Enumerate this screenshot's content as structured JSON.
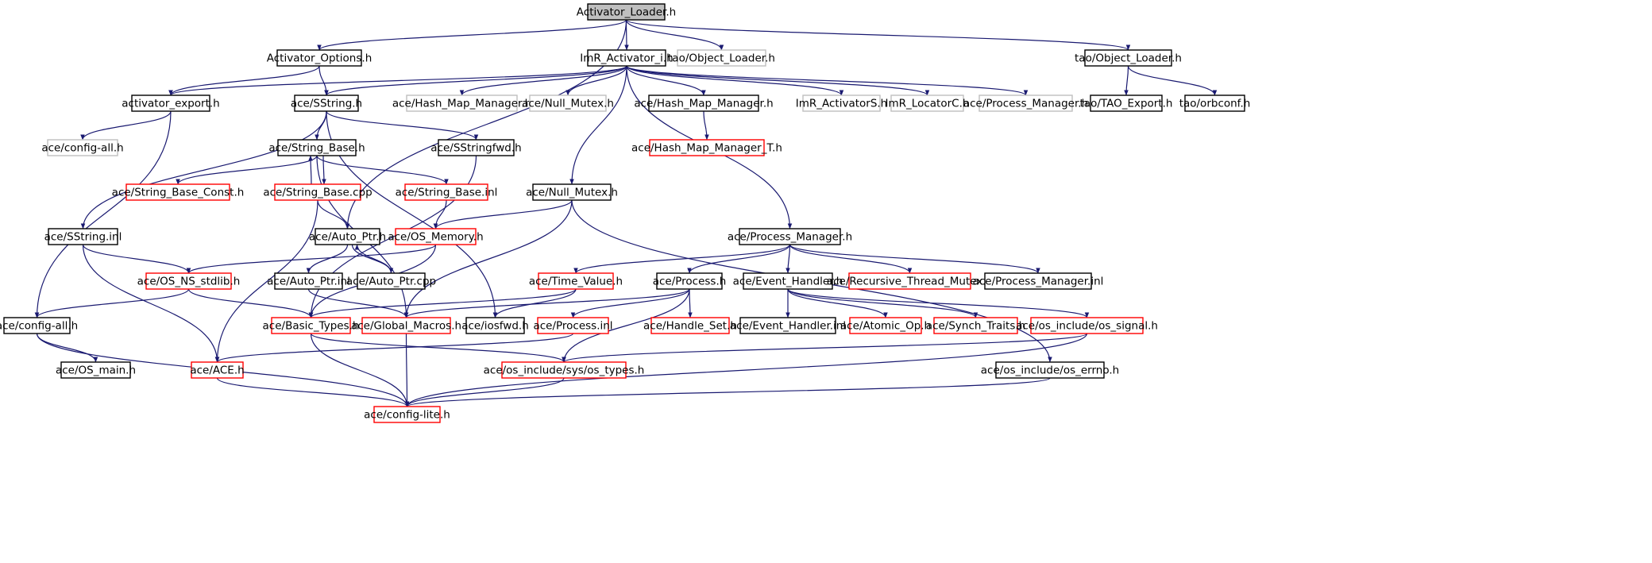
{
  "colors": {
    "edge": "#191970",
    "border_normal": "#000000",
    "border_truncated": "#ff0000",
    "border_external": "#bfbfbf",
    "fill_root": "#bfbfbf",
    "fill_normal": "#ffffff"
  },
  "nodes": [
    {
      "id": "n0",
      "label": "Activator_Loader.h",
      "kind": "root"
    },
    {
      "id": "n1",
      "label": "Activator_Options.h",
      "kind": "normal"
    },
    {
      "id": "n2",
      "label": "ImR_Activator_i.h",
      "kind": "normal"
    },
    {
      "id": "n3",
      "label": "tao/Object_Loader.h",
      "kind": "external"
    },
    {
      "id": "n4",
      "label": "tao/Object_Loader.h",
      "kind": "normal"
    },
    {
      "id": "n5",
      "label": "activator_export.h",
      "kind": "normal"
    },
    {
      "id": "n6",
      "label": "ace/SString.h",
      "kind": "normal"
    },
    {
      "id": "n7",
      "label": "ace/Hash_Map_Manager.h",
      "kind": "external"
    },
    {
      "id": "n8",
      "label": "ace/Null_Mutex.h",
      "kind": "external"
    },
    {
      "id": "n9",
      "label": "ace/Hash_Map_Manager.h",
      "kind": "normal"
    },
    {
      "id": "n10",
      "label": "ImR_ActivatorS.h",
      "kind": "external"
    },
    {
      "id": "n11",
      "label": "ImR_LocatorC.h",
      "kind": "external"
    },
    {
      "id": "n12",
      "label": "ace/Process_Manager.h",
      "kind": "external"
    },
    {
      "id": "n13",
      "label": "tao/TAO_Export.h",
      "kind": "normal"
    },
    {
      "id": "n14",
      "label": "tao/orbconf.h",
      "kind": "normal"
    },
    {
      "id": "n15",
      "label": "ace/config-all.h",
      "kind": "external"
    },
    {
      "id": "n16",
      "label": "ace/String_Base.h",
      "kind": "normal"
    },
    {
      "id": "n17",
      "label": "ace/SStringfwd.h",
      "kind": "normal"
    },
    {
      "id": "n18",
      "label": "ace/Hash_Map_Manager_T.h",
      "kind": "truncated"
    },
    {
      "id": "n19",
      "label": "ace/String_Base_Const.h",
      "kind": "truncated"
    },
    {
      "id": "n20",
      "label": "ace/String_Base.cpp",
      "kind": "truncated"
    },
    {
      "id": "n21",
      "label": "ace/String_Base.inl",
      "kind": "truncated"
    },
    {
      "id": "n22",
      "label": "ace/Null_Mutex.h",
      "kind": "normal"
    },
    {
      "id": "n23",
      "label": "ace/SString.inl",
      "kind": "normal"
    },
    {
      "id": "n24",
      "label": "ace/Auto_Ptr.h",
      "kind": "normal"
    },
    {
      "id": "n25",
      "label": "ace/OS_Memory.h",
      "kind": "truncated"
    },
    {
      "id": "n26",
      "label": "ace/Process_Manager.h",
      "kind": "normal"
    },
    {
      "id": "n27",
      "label": "ace/OS_NS_stdlib.h",
      "kind": "truncated"
    },
    {
      "id": "n28",
      "label": "ace/Auto_Ptr.inl",
      "kind": "normal"
    },
    {
      "id": "n29",
      "label": "ace/Auto_Ptr.cpp",
      "kind": "normal"
    },
    {
      "id": "n30",
      "label": "ace/Time_Value.h",
      "kind": "truncated"
    },
    {
      "id": "n31",
      "label": "ace/Process.h",
      "kind": "normal"
    },
    {
      "id": "n32",
      "label": "ace/Event_Handler.h",
      "kind": "normal"
    },
    {
      "id": "n33",
      "label": "ace/Recursive_Thread_Mutex.h",
      "kind": "truncated"
    },
    {
      "id": "n34",
      "label": "ace/Process_Manager.inl",
      "kind": "normal"
    },
    {
      "id": "n35",
      "label": "ace/config-all.h",
      "kind": "normal"
    },
    {
      "id": "n36",
      "label": "ace/Basic_Types.h",
      "kind": "truncated"
    },
    {
      "id": "n37",
      "label": "ace/Global_Macros.h",
      "kind": "truncated"
    },
    {
      "id": "n38",
      "label": "ace/iosfwd.h",
      "kind": "normal"
    },
    {
      "id": "n39",
      "label": "ace/Process.inl",
      "kind": "truncated"
    },
    {
      "id": "n40",
      "label": "ace/Handle_Set.h",
      "kind": "truncated"
    },
    {
      "id": "n41",
      "label": "ace/Event_Handler.inl",
      "kind": "normal"
    },
    {
      "id": "n42",
      "label": "ace/Atomic_Op.h",
      "kind": "truncated"
    },
    {
      "id": "n43",
      "label": "ace/Synch_Traits.h",
      "kind": "truncated"
    },
    {
      "id": "n44",
      "label": "ace/os_include/os_signal.h",
      "kind": "truncated"
    },
    {
      "id": "n45",
      "label": "ace/OS_main.h",
      "kind": "normal"
    },
    {
      "id": "n46",
      "label": "ace/ACE.h",
      "kind": "truncated"
    },
    {
      "id": "n47",
      "label": "ace/os_include/sys/os_types.h",
      "kind": "truncated"
    },
    {
      "id": "n48",
      "label": "ace/os_include/os_errno.h",
      "kind": "normal"
    },
    {
      "id": "n49",
      "label": "ace/config-lite.h",
      "kind": "truncated"
    }
  ],
  "edges": [
    [
      "n0",
      "n1"
    ],
    [
      "n0",
      "n2"
    ],
    [
      "n0",
      "n3"
    ],
    [
      "n0",
      "n4"
    ],
    [
      "n0",
      "n24"
    ],
    [
      "n1",
      "n5"
    ],
    [
      "n1",
      "n6"
    ],
    [
      "n2",
      "n5"
    ],
    [
      "n2",
      "n6"
    ],
    [
      "n2",
      "n7"
    ],
    [
      "n2",
      "n8"
    ],
    [
      "n2",
      "n9"
    ],
    [
      "n2",
      "n10"
    ],
    [
      "n2",
      "n11"
    ],
    [
      "n2",
      "n12"
    ],
    [
      "n2",
      "n22"
    ],
    [
      "n2",
      "n26"
    ],
    [
      "n4",
      "n13"
    ],
    [
      "n4",
      "n14"
    ],
    [
      "n5",
      "n15"
    ],
    [
      "n5",
      "n35"
    ],
    [
      "n6",
      "n16"
    ],
    [
      "n6",
      "n17"
    ],
    [
      "n6",
      "n23"
    ],
    [
      "n6",
      "n38"
    ],
    [
      "n9",
      "n18"
    ],
    [
      "n16",
      "n19"
    ],
    [
      "n16",
      "n20"
    ],
    [
      "n16",
      "n21"
    ],
    [
      "n16",
      "n37"
    ],
    [
      "n20",
      "n16"
    ],
    [
      "n20",
      "n24"
    ],
    [
      "n20",
      "n46"
    ],
    [
      "n17",
      "n36"
    ],
    [
      "n21",
      "n25"
    ],
    [
      "n22",
      "n25"
    ],
    [
      "n22",
      "n37"
    ],
    [
      "n22",
      "n48"
    ],
    [
      "n23",
      "n27"
    ],
    [
      "n23",
      "n46"
    ],
    [
      "n24",
      "n28"
    ],
    [
      "n24",
      "n29"
    ],
    [
      "n29",
      "n24"
    ],
    [
      "n25",
      "n27"
    ],
    [
      "n25",
      "n36"
    ],
    [
      "n26",
      "n30"
    ],
    [
      "n26",
      "n31"
    ],
    [
      "n26",
      "n32"
    ],
    [
      "n26",
      "n33"
    ],
    [
      "n26",
      "n34"
    ],
    [
      "n27",
      "n35"
    ],
    [
      "n27",
      "n36"
    ],
    [
      "n28",
      "n37"
    ],
    [
      "n30",
      "n36"
    ],
    [
      "n30",
      "n38"
    ],
    [
      "n31",
      "n37"
    ],
    [
      "n31",
      "n39"
    ],
    [
      "n31",
      "n40"
    ],
    [
      "n31",
      "n47"
    ],
    [
      "n32",
      "n41"
    ],
    [
      "n32",
      "n42"
    ],
    [
      "n32",
      "n43"
    ],
    [
      "n32",
      "n44"
    ],
    [
      "n35",
      "n45"
    ],
    [
      "n35",
      "n49"
    ],
    [
      "n36",
      "n47"
    ],
    [
      "n36",
      "n49"
    ],
    [
      "n37",
      "n49"
    ],
    [
      "n39",
      "n46"
    ],
    [
      "n44",
      "n47"
    ],
    [
      "n44",
      "n49"
    ],
    [
      "n46",
      "n49"
    ],
    [
      "n47",
      "n49"
    ],
    [
      "n48",
      "n49"
    ]
  ]
}
